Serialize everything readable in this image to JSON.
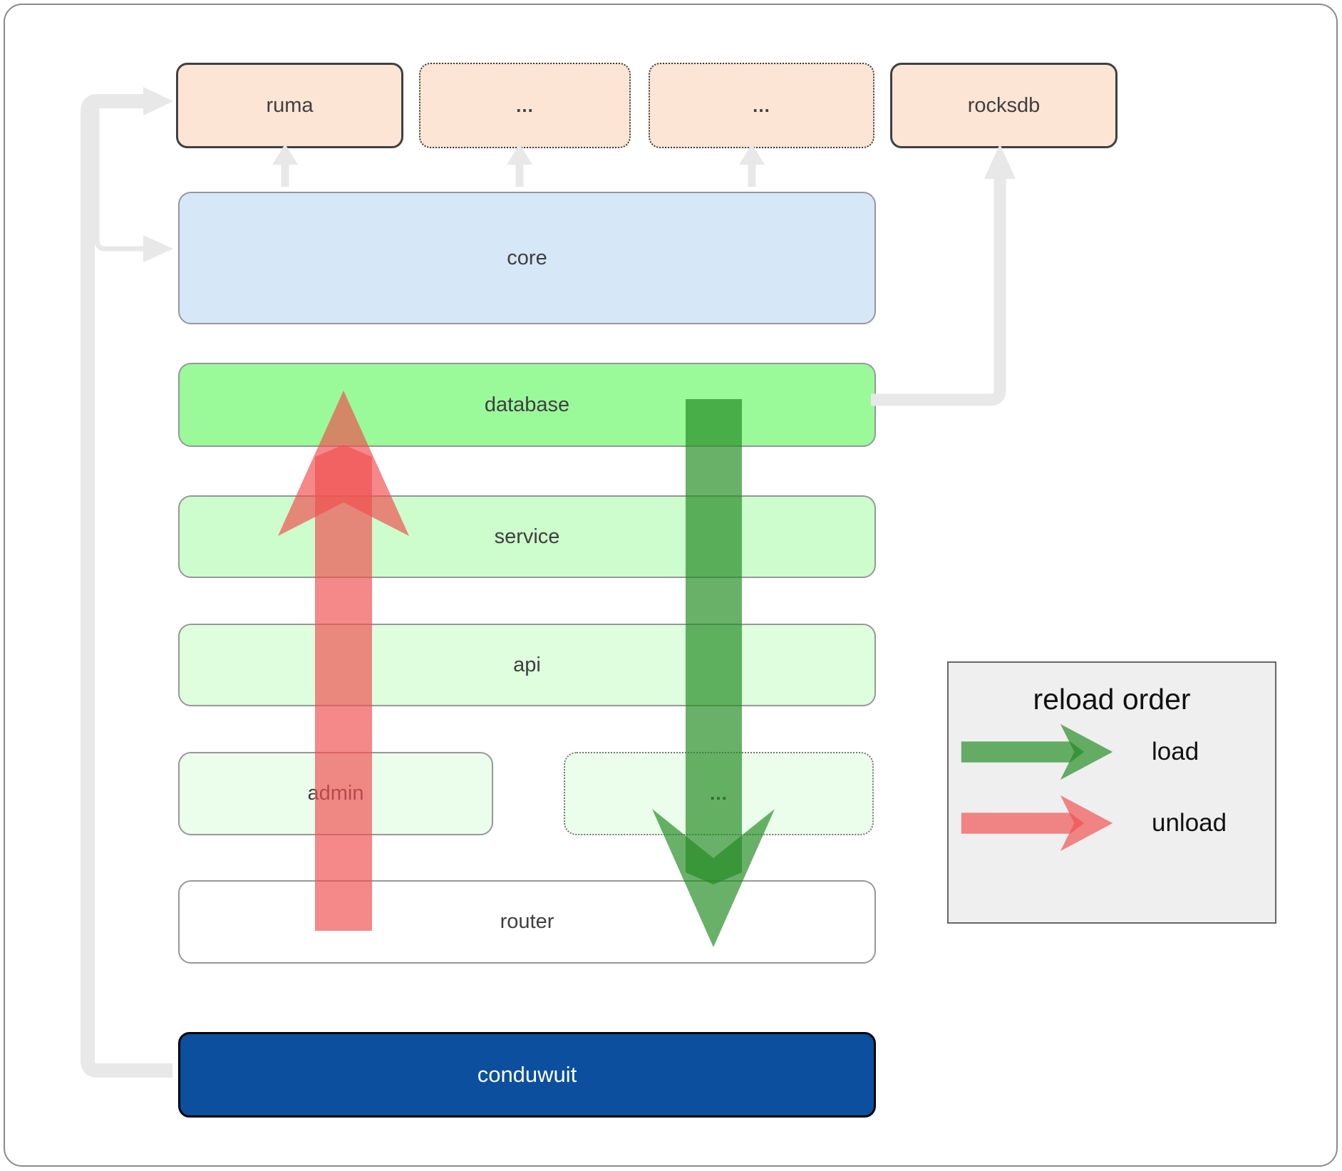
{
  "nodes": {
    "ruma": {
      "label": "ruma"
    },
    "ellipsis1": {
      "label": "..."
    },
    "ellipsis2": {
      "label": "..."
    },
    "rocksdb": {
      "label": "rocksdb"
    },
    "core": {
      "label": "core"
    },
    "database": {
      "label": "database"
    },
    "service": {
      "label": "service"
    },
    "api": {
      "label": "api"
    },
    "admin": {
      "label": "admin"
    },
    "ellipsis3": {
      "label": "..."
    },
    "router": {
      "label": "router"
    },
    "conduwuit": {
      "label": "conduwuit"
    }
  },
  "legend": {
    "title": "reload order",
    "items": [
      {
        "label": "load",
        "color": "#228b22"
      },
      {
        "label": "unload",
        "color": "#f05050"
      }
    ]
  },
  "icons": {
    "load_arrow": "down-arrow",
    "unload_arrow": "up-arrow"
  },
  "colors": {
    "peach": "#fce5d4",
    "core_blue": "#d6e7f8",
    "db_green": "#9afa9a",
    "svc_green": "#cdfccd",
    "api_green": "#defede",
    "faint_green": "#ebfeeb",
    "conduwuit_blue": "#0b4f9e",
    "conduwuit_text": "#ffffff",
    "load_green": "#228b22",
    "unload_red": "#f05050",
    "connector": "#e8e8e8",
    "stack_border": "#979797",
    "dark_border": "#404040",
    "legend_bg": "#efefef",
    "legend_border": "#666666",
    "text": "#3f3f3f",
    "frame_border": "#8a8a8a",
    "canvas_bg": "#ffffff"
  }
}
